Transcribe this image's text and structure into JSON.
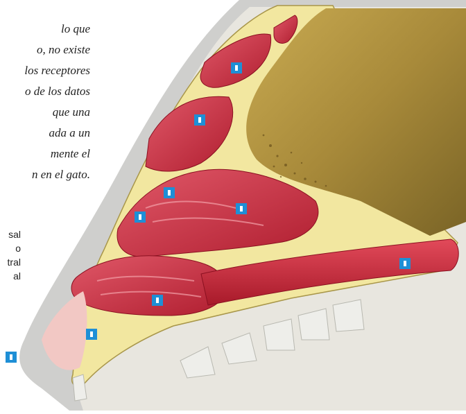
{
  "paragraph_lines": [
    "lo que",
    "o, no existe",
    "los receptores",
    "o de los datos",
    "que una",
    "ada a un",
    "mente el",
    "n en el gato."
  ],
  "legend_fragments": [
    "sal",
    "o",
    "tral",
    "al"
  ],
  "markers": [
    {
      "id": "marker-1",
      "label": ""
    },
    {
      "id": "marker-2",
      "label": ""
    },
    {
      "id": "marker-3",
      "label": ""
    },
    {
      "id": "marker-4",
      "label": ""
    },
    {
      "id": "marker-5",
      "label": ""
    },
    {
      "id": "marker-6",
      "label": ""
    },
    {
      "id": "marker-7",
      "label": ""
    },
    {
      "id": "marker-8",
      "label": ""
    },
    {
      "id": "marker-9",
      "label": ""
    },
    {
      "id": "marker-10",
      "label": ""
    }
  ],
  "colors": {
    "background": "#ffffff",
    "skin_grey": "#c8c8c6",
    "bone_yellow": "#f2e7a0",
    "tissue_red": "#c83040",
    "brain_gold": "#a88a3a",
    "teeth": "#eeeeea",
    "marker_blue": "#1e8fd6"
  }
}
